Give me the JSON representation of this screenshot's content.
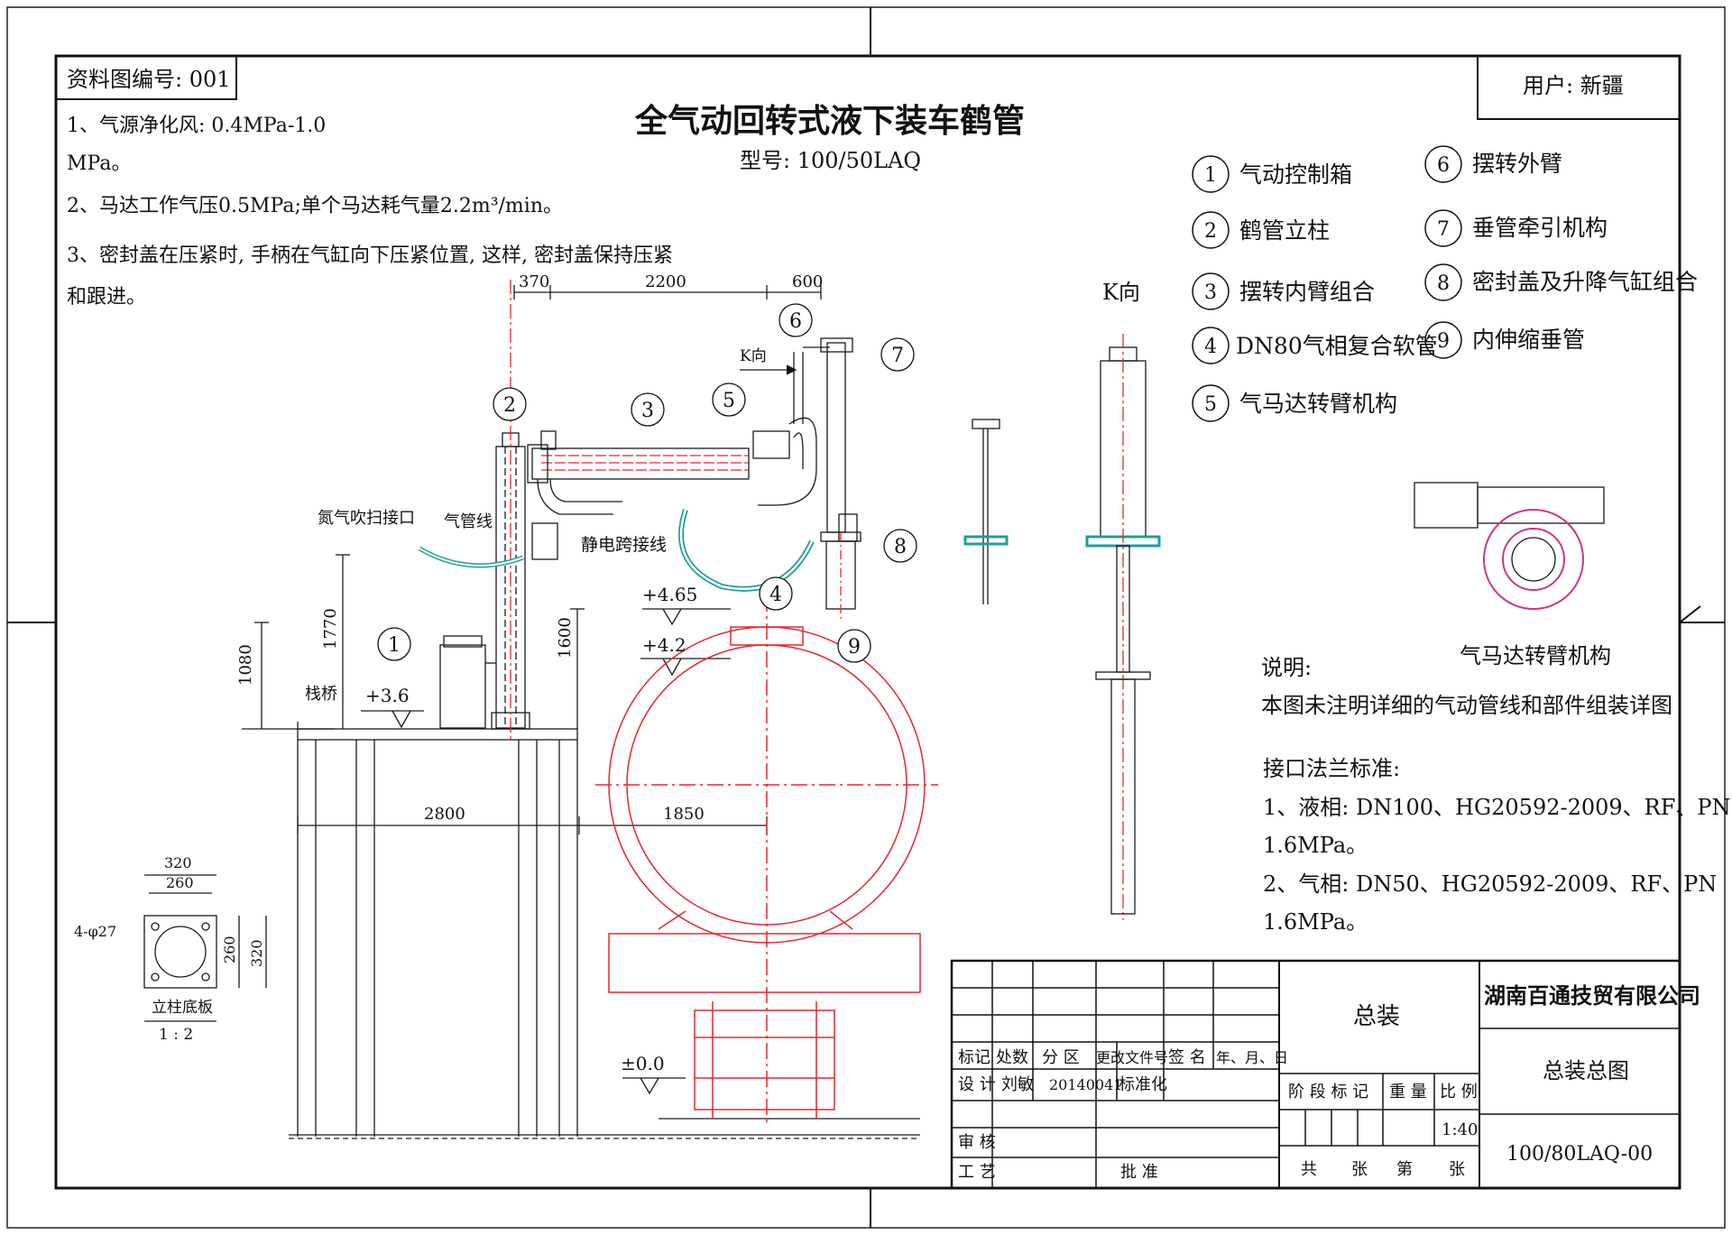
{
  "doc_no": "资料图编号: 001",
  "user": "用户: 新疆",
  "title": "全气动回转式液下装车鹤管",
  "model": "型号: 100/50LAQ",
  "notes": [
    "1、气源净化风: 0.4MPa-1.0",
    "MPa。",
    "2、马达工作气压0.5MPa;单个马达耗气量2.2m³/min。",
    "3、密封盖在压紧时, 手柄在气缸向下压紧位置, 这样, 密封盖保持压紧",
    "和跟进。"
  ],
  "legend": [
    {
      "no": "1",
      "label": "气动控制箱"
    },
    {
      "no": "2",
      "label": "鹤管立柱"
    },
    {
      "no": "3",
      "label": "摆转内臂组合"
    },
    {
      "no": "4",
      "label": "DN80气相复合软管"
    },
    {
      "no": "5",
      "label": "气马达转臂机构"
    },
    {
      "no": "6",
      "label": "摆转外臂"
    },
    {
      "no": "7",
      "label": "垂管牵引机构"
    },
    {
      "no": "8",
      "label": "密封盖及升降气缸组合"
    },
    {
      "no": "9",
      "label": "内伸缩垂管"
    }
  ],
  "k_view": "K向",
  "k_dir": "K向",
  "motor_caption": "气马达转臂机构",
  "description": {
    "heading": "说明:",
    "text": "本图未注明详细的气动管线和部件组装详图",
    "flange_heading": "接口法兰标准:",
    "flange_lines": [
      "1、液相: DN100、HG20592-2009、RF、PN",
      "1.6MPa。",
      "2、气相: DN50、HG20592-2009、RF、PN",
      "1.6MPa。"
    ]
  },
  "dimensions": {
    "d370": "370",
    "d2200": "2200",
    "d600": "600",
    "d1770": "1770",
    "d1080": "1080",
    "d1600": "1600",
    "d2800": "2800",
    "d1850": "1850",
    "d320": "320",
    "d260": "260",
    "d320v": "320",
    "d260v": "260",
    "holes": "4-φ27"
  },
  "elevations": {
    "e465": "+4.65",
    "e42": "+4.2",
    "e36": "+3.6",
    "e00": "±0.0"
  },
  "callouts": {
    "nitrogen": "氮气吹扫接口",
    "airline": "气管线",
    "static": "静电跨接线",
    "bridge": "栈桥"
  },
  "base_plate": {
    "title": "立柱底板",
    "scale": "1 : 2"
  },
  "title_block": {
    "company": "湖南百通技贸有限公司",
    "assembly": "总装",
    "drawing_name": "总装总图",
    "drawing_no": "100/80LAQ-00",
    "h_mark": "标记",
    "h_count": "处数",
    "h_zone": "分 区",
    "h_doc": "更改文件号",
    "h_sign": "签 名",
    "h_date": "年、月、日",
    "designer_label": "设 计",
    "designer": "刘敏",
    "design_date": "20140041",
    "standard": "标准化",
    "stage": "阶 段 标 记",
    "weight": "重 量",
    "scale_label": "比 例",
    "scale": "1:40",
    "review": "审 核",
    "process": "工 艺",
    "approve": "批 准",
    "sheets_total": "共",
    "sheets_unit": "张",
    "sheet_no": "第",
    "sheet_unit2": "张"
  },
  "colors": {
    "line": "#1a1a1a",
    "red": "#e8262d",
    "pink": "#c8388a",
    "teal": "#1e9e9a"
  }
}
